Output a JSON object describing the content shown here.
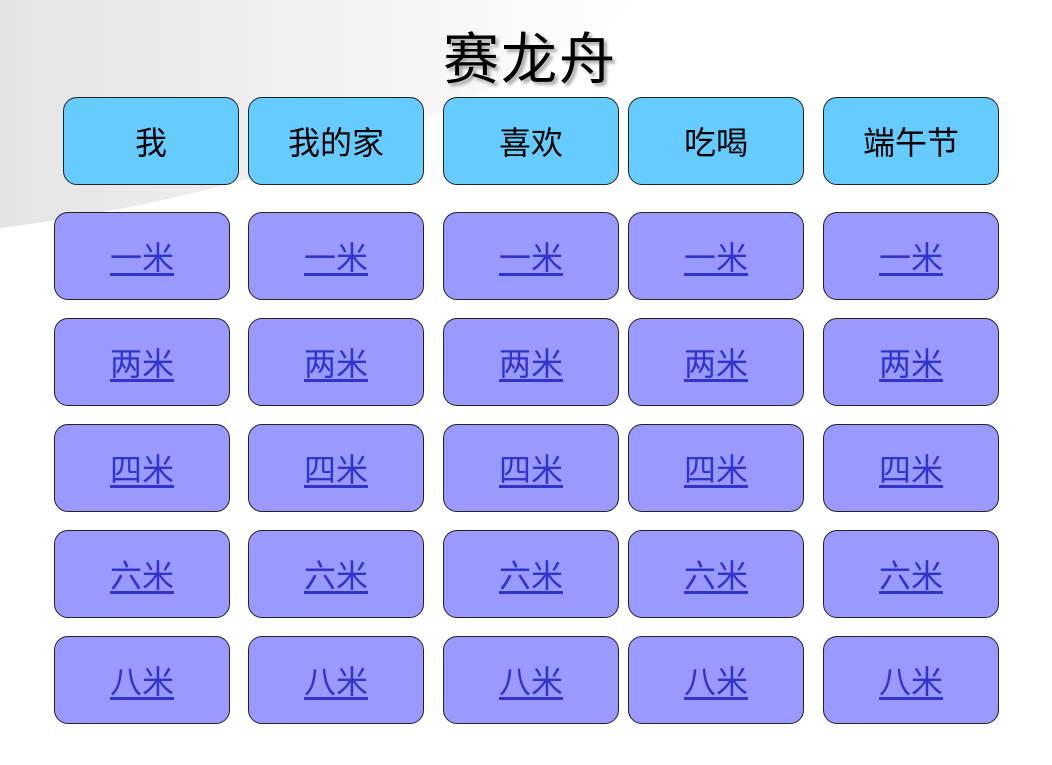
{
  "title": "赛龙舟",
  "categories": [
    "我",
    "我的家",
    "喜欢",
    "吃喝",
    "端午节"
  ],
  "rows": [
    [
      "一米",
      "一米",
      "一米",
      "一米",
      "一米"
    ],
    [
      "两米",
      "两米",
      "两米",
      "两米",
      "两米"
    ],
    [
      "四米",
      "四米",
      "四米",
      "四米",
      "四米"
    ],
    [
      "六米",
      "六米",
      "六米",
      "六米",
      "六米"
    ],
    [
      "八米",
      "八米",
      "八米",
      "八米",
      "八米"
    ]
  ],
  "colors": {
    "category_fill": "#66ccff",
    "cell_fill": "#9999ff",
    "link_text": "#3333cc",
    "border": "#222222"
  }
}
